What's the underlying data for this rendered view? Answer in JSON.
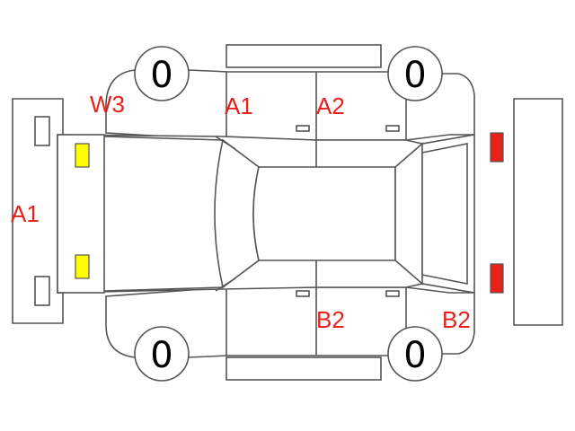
{
  "marks": {
    "front_bumper": "A1",
    "left_front_fender": "W3",
    "left_front_door": "A1",
    "left_rear_door": "A2",
    "right_rear_door": "B2",
    "right_rear_quarter": "B2"
  },
  "tires": {
    "left_front": "0",
    "left_rear": "0",
    "right_front": "0",
    "right_rear": "0"
  },
  "colors": {
    "mark_text": "#e8211a",
    "headlight": "#ffff00",
    "taillight": "#e8211a",
    "outline": "#555555"
  }
}
